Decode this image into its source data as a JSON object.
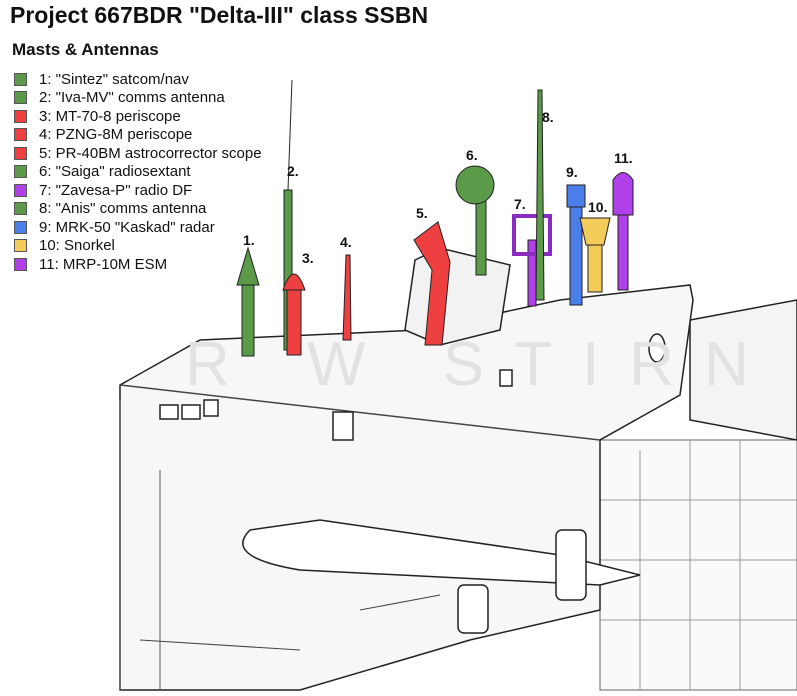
{
  "title": "Project 667BDR \"Delta-III\" class SSBN",
  "subtitle": "Masts & Antennas",
  "legend": [
    {
      "label": "1: \"Sintez\" satcom/nav",
      "color": "#5a9a48"
    },
    {
      "label": "2: \"Iva-MV\" comms antenna",
      "color": "#5a9a48"
    },
    {
      "label": "3: MT-70-8 periscope",
      "color": "#ee4040"
    },
    {
      "label": "4: PZNG-8M periscope",
      "color": "#ee4040"
    },
    {
      "label": "5: PR-40BM astrocorrector scope",
      "color": "#ee4040"
    },
    {
      "label": "6: \"Saiga\" radiosextant",
      "color": "#5a9a48"
    },
    {
      "label": "7: \"Zavesa-P\" radio DF",
      "color": "#b040e8"
    },
    {
      "label": "8: \"Anis\" comms antenna",
      "color": "#5a9a48"
    },
    {
      "label": "9: MRK-50 \"Kaskad\" radar",
      "color": "#4a7ee8"
    },
    {
      "label": "10: Snorkel",
      "color": "#f4cc5a"
    },
    {
      "label": "11: MRP-10M ESM",
      "color": "#b040e8"
    }
  ],
  "callouts": [
    "1.",
    "2.",
    "3.",
    "4.",
    "5.",
    "6.",
    "7.",
    "8.",
    "9.",
    "10.",
    "11."
  ],
  "watermark": "R W STIRN"
}
